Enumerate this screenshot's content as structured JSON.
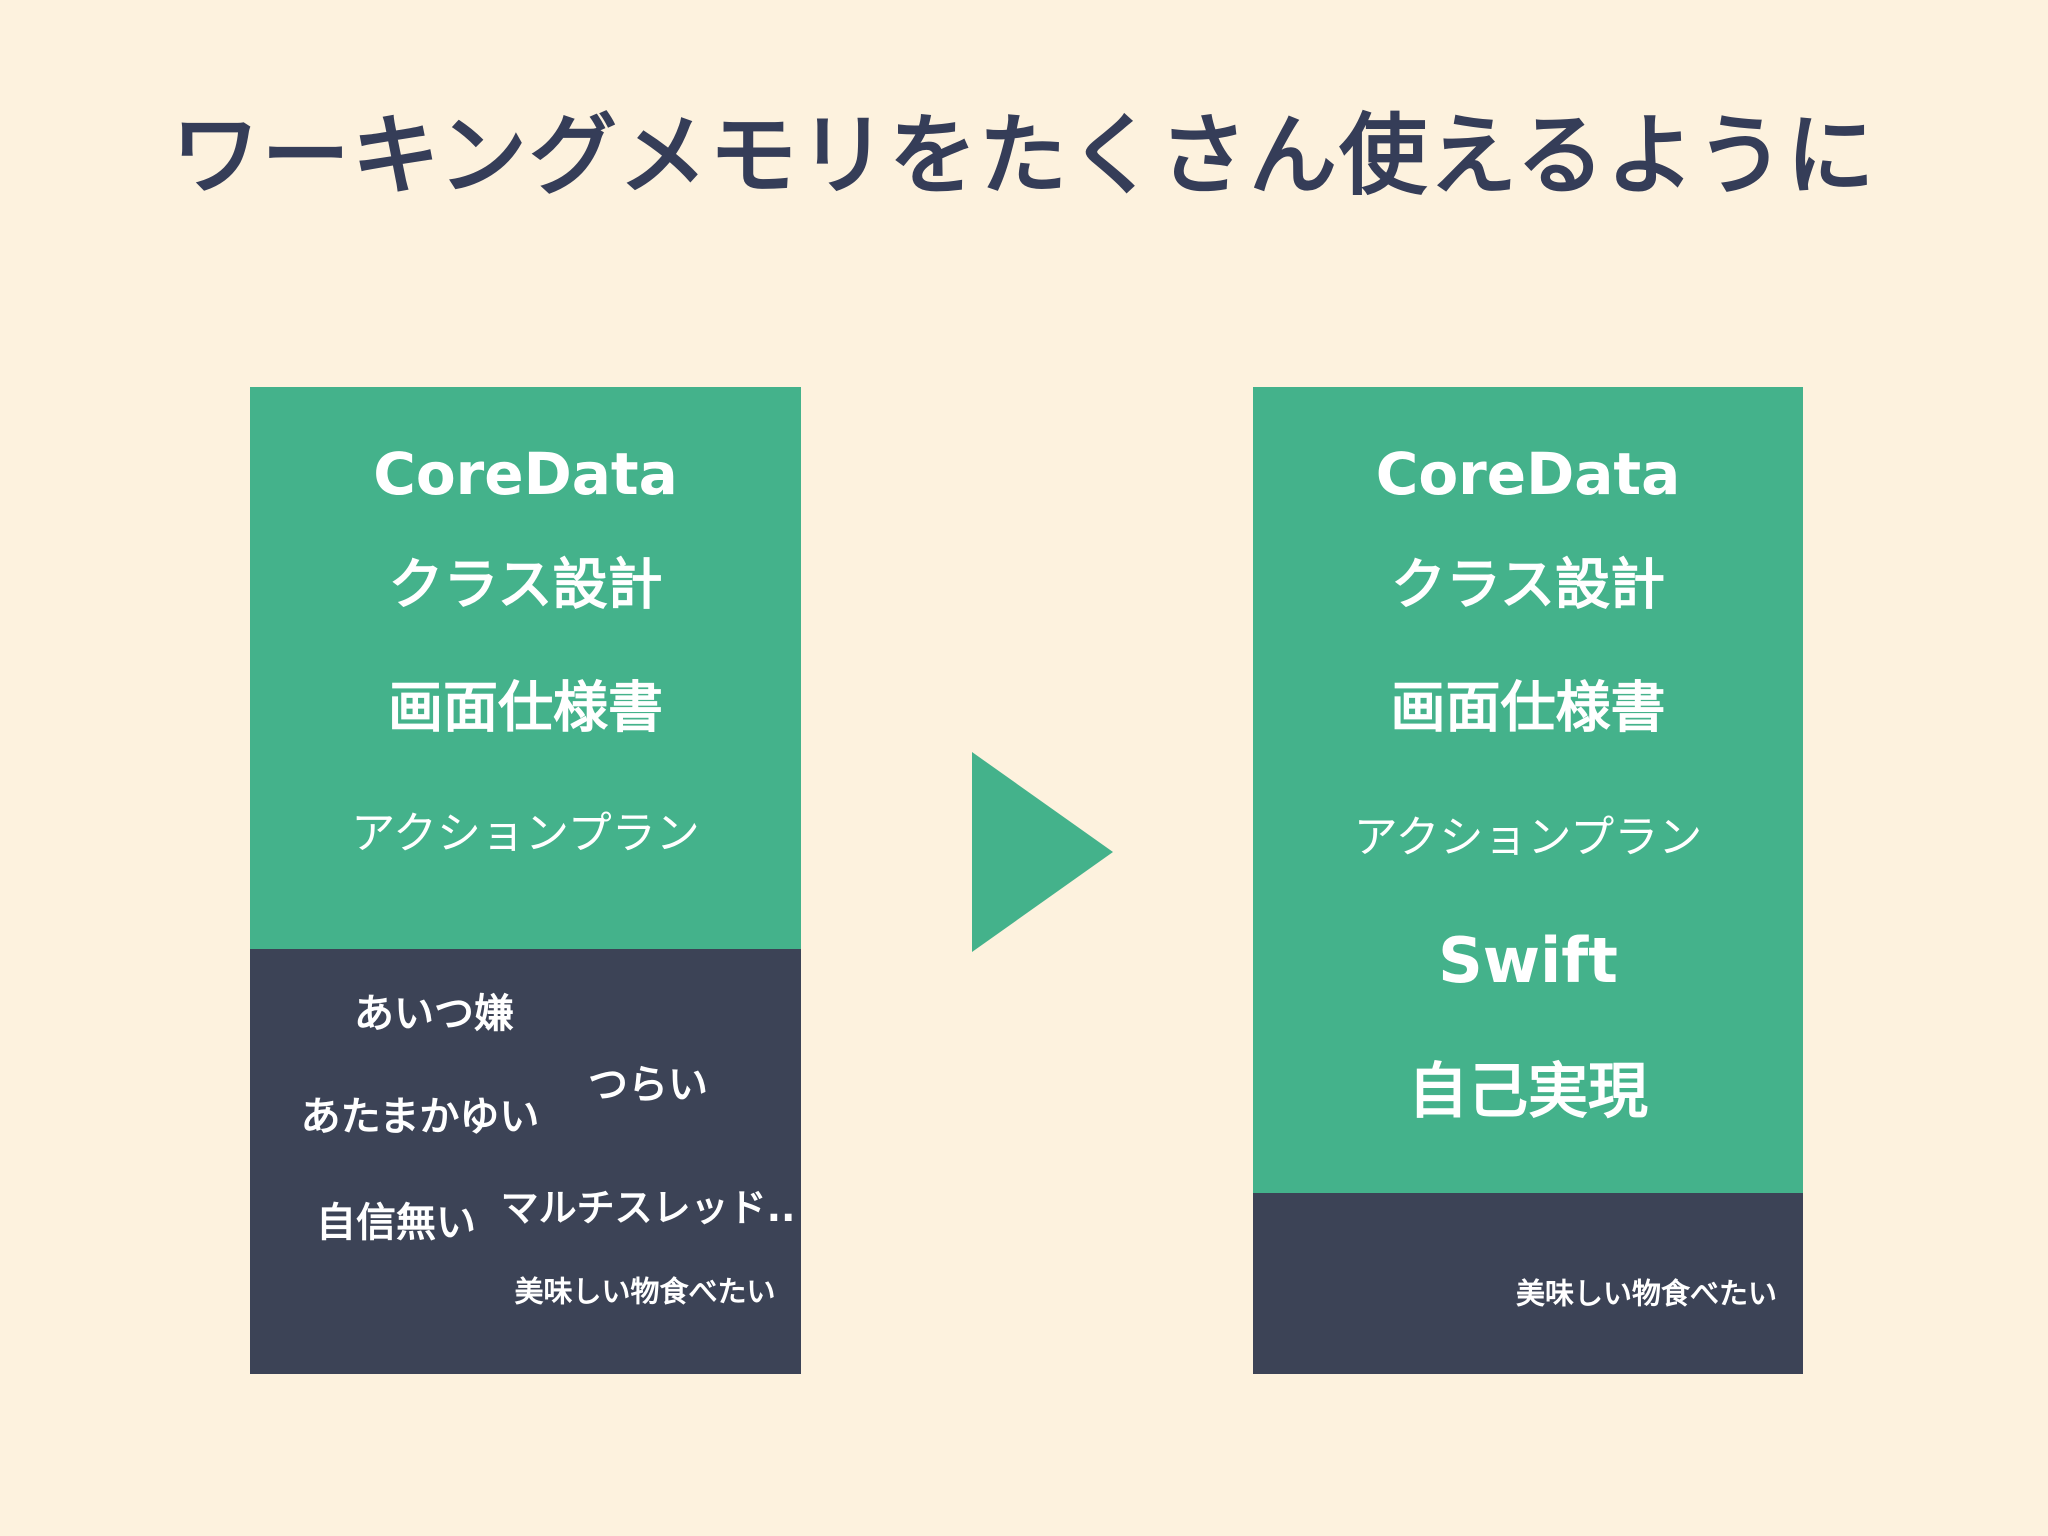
{
  "title": "ワーキングメモリをたくさん使えるように",
  "colors": {
    "background": "#FDF2DE",
    "panel_green": "#44B28B",
    "panel_dark": "#3C4356",
    "panel_text": "#FFFFFF",
    "title_text": "#353D58",
    "arrow_green": "#44B28B"
  },
  "before_panel": {
    "focus_items": [
      {
        "label": "CoreData"
      },
      {
        "label": "クラス設計"
      },
      {
        "label": "画面仕様書"
      },
      {
        "label": "アクションプラン"
      }
    ],
    "distraction_items": [
      {
        "label": "あいつ嫌"
      },
      {
        "label": "つらい"
      },
      {
        "label": "あたまかゆい"
      },
      {
        "label": "自信無い"
      },
      {
        "label": "マルチスレッド.."
      },
      {
        "label": "美味しい物食べたい"
      }
    ]
  },
  "after_panel": {
    "focus_items": [
      {
        "label": "CoreData"
      },
      {
        "label": "クラス設計"
      },
      {
        "label": "画面仕様書"
      },
      {
        "label": "アクションプラン"
      },
      {
        "label": "Swift"
      },
      {
        "label": "自己実現"
      }
    ],
    "distraction_items": [
      {
        "label": "美味しい物食べたい"
      }
    ]
  }
}
